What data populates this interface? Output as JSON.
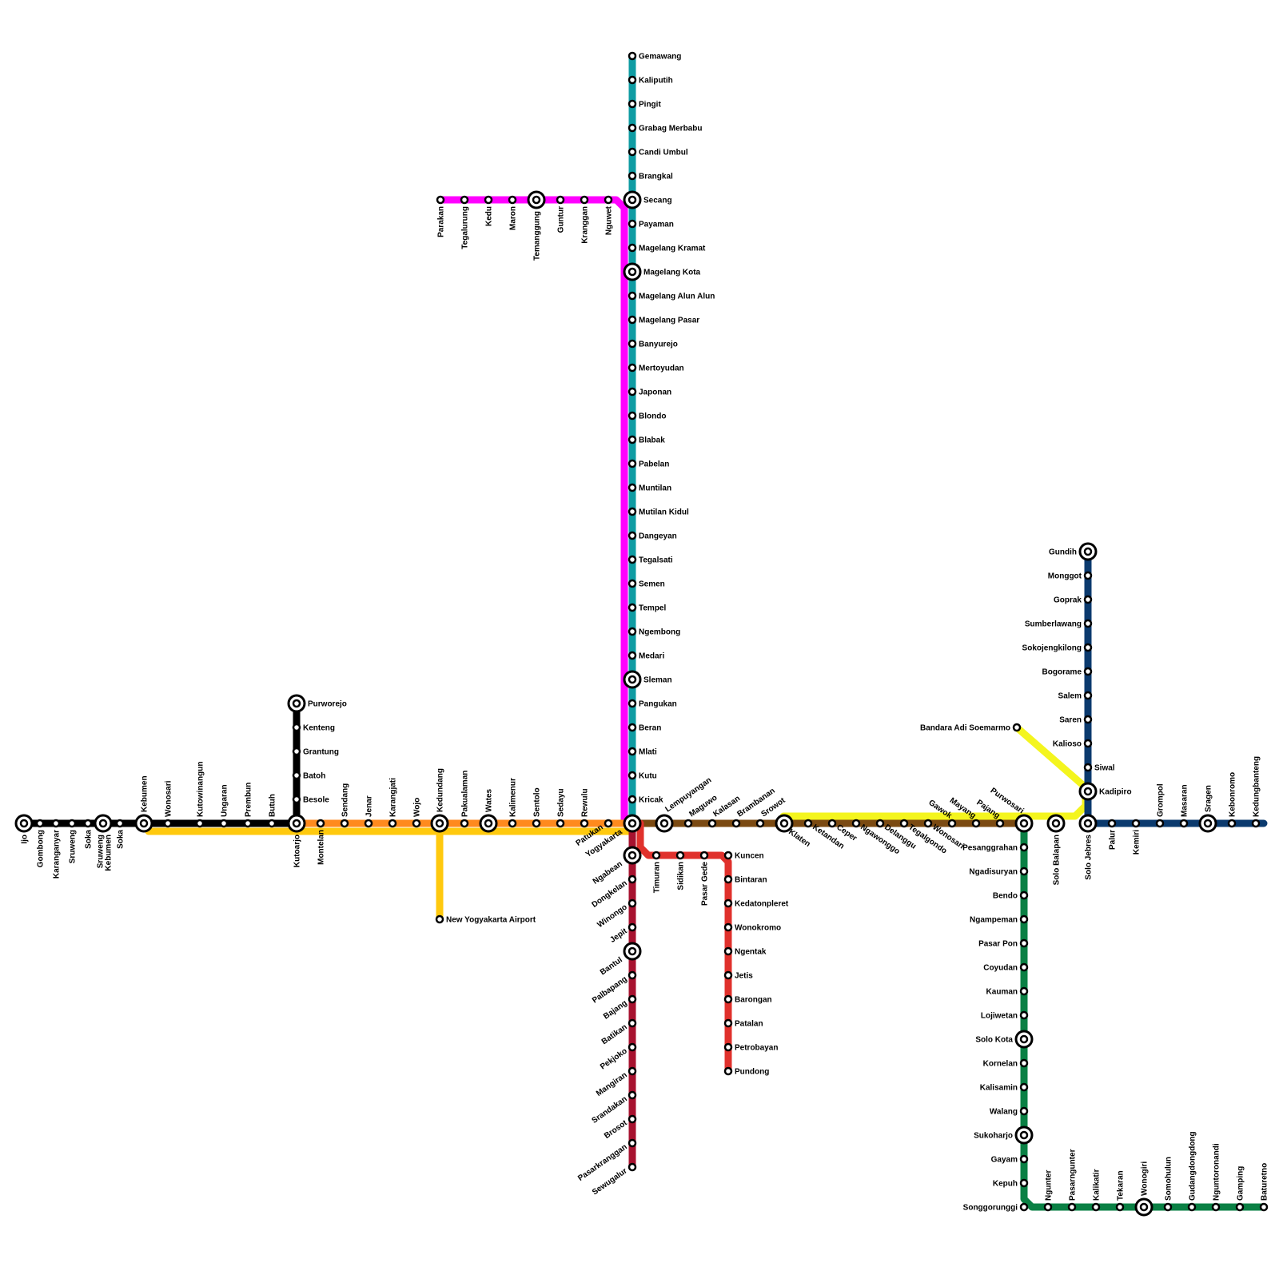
{
  "colors": {
    "magenta": "#ff00ff",
    "teal": "#0f9ca3",
    "orange": "#ff8a1e",
    "yellow": "#ffc90e",
    "black": "#000000",
    "brown": "#7b4a12",
    "lime": "#f4f51e",
    "navy": "#0b3a6e",
    "green": "#0a8044",
    "red": "#e0312c",
    "maroon": "#a7122f"
  },
  "stations": {
    "gemawang": "Gemawang",
    "kaliputih": "Kaliputih",
    "pingit": "Pingit",
    "grabag_merbabu": "Grabag Merbabu",
    "candi_umbul": "Candi Umbul",
    "brangkal": "Brangkal",
    "secang": "Secang",
    "payaman": "Payaman",
    "magelang_kramat": "Magelang Kramat",
    "magelang_kota": "Magelang Kota",
    "magelang_alun_alun": "Magelang Alun Alun",
    "magelang_pasar": "Magelang Pasar",
    "banyurejo": "Banyurejo",
    "mertoyudan": "Mertoyudan",
    "japonan": "Japonan",
    "blondo": "Blondo",
    "blabak": "Blabak",
    "pabelan": "Pabelan",
    "muntilan": "Muntilan",
    "mutilan_kidul": "Mutilan Kidul",
    "dangeyan": "Dangeyan",
    "tegalsati": "Tegalsati",
    "semen": "Semen",
    "tempel": "Tempel",
    "ngembong": "Ngembong",
    "medari": "Medari",
    "sleman": "Sleman",
    "pangukan": "Pangukan",
    "beran": "Beran",
    "mlati": "Mlati",
    "kutu": "Kutu",
    "kricak": "Kricak",
    "parakan": "Parakan",
    "tegalurung": "Tegalurung",
    "kedu": "Kedu",
    "maron": "Maron",
    "temanggung": "Temanggung",
    "guntur": "Guntur",
    "kranggan": "Kranggan",
    "nguwet": "Nguwet",
    "ijo": "Ijo",
    "gombong": "Gombong",
    "karanganyar": "Karanganyar",
    "sruweng_1": "Sruweng",
    "soka_1": "Soka",
    "sruweng_kebumen": "Sruweng Kebumen",
    "soka_2": "Soka",
    "kebumen": "Kebumen",
    "wonosari_w": "Wonosari",
    "kutowinangun": "Kutowinangun",
    "ungaran": "Ungaran",
    "prembun": "Prembun",
    "butuh": "Butuh",
    "kutoarjo": "Kutoarjo",
    "purworejo": "Purworejo",
    "kenteng": "Kenteng",
    "grantung": "Grantung",
    "batoh": "Batoh",
    "besole": "Besole",
    "montelan": "Montelan",
    "sendang": "Sendang",
    "jenar": "Jenar",
    "karangjati": "Karangjati",
    "wojo": "Wojo",
    "kedundang": "Kedundang",
    "pakualaman": "Pakualaman",
    "wates": "Wates",
    "kalimenur": "Kalimenur",
    "sentolo": "Sentolo",
    "sedayu": "Sedayu",
    "rewulu": "Rewulu",
    "patukan": "Patukan",
    "yogyakarta": "Yogyakarta",
    "new_yia": "New Yogyakarta Airport",
    "lempuyangan": "Lempuyangan",
    "maguwo": "Maguwo",
    "kalasan": "Kalasan",
    "brambanan": "Brambanan",
    "srowot": "Srowot",
    "klaten": "Klaten",
    "ketandan": "Ketandan",
    "ceper": "Ceper",
    "ngawonggo": "Ngawonggo",
    "delanggu": "Delanggu",
    "tegalgondo": "Tegalgondo",
    "wonosari_e": "Wonosari",
    "gawok": "Gawok",
    "mayang": "Mayang",
    "pajang": "Pajang",
    "purwosari": "Purwosari",
    "solo_balapan": "Solo Balapan",
    "solo_jebres": "Solo Jebres",
    "bandara_adi_soemarmo": "Bandara Adi Soemarmo",
    "gundih": "Gundih",
    "monggot": "Monggot",
    "goprak": "Goprak",
    "sumberlawang": "Sumberlawang",
    "sokojengkilong": "Sokojengkilong",
    "bogorame": "Bogorame",
    "salem": "Salem",
    "saren": "Saren",
    "kalioso": "Kalioso",
    "siwal": "Siwal",
    "kadipiro": "Kadipiro",
    "palur": "Palur",
    "kemiri": "Kemiri",
    "grompol": "Grompol",
    "masaran": "Masaran",
    "sragen": "Sragen",
    "kebonromo": "Kebonromo",
    "kedungbanteng": "Kedungbanteng",
    "pesanggrahan": "Pesanggrahan",
    "ngadisuryan": "Ngadisuryan",
    "bendo": "Bendo",
    "ngampeman": "Ngampeman",
    "pasar_pon": "Pasar Pon",
    "coyudan": "Coyudan",
    "kauman": "Kauman",
    "lojiwetan": "Lojiwetan",
    "solo_kota": "Solo Kota",
    "kornelan": "Kornelan",
    "kalisamin": "Kalisamin",
    "walang": "Walang",
    "sukoharjo": "Sukoharjo",
    "gayam": "Gayam",
    "kepuh": "Kepuh",
    "songgorunggi": "Songgorunggi",
    "ngunter": "Ngunter",
    "pasarngunter": "Pasarngunter",
    "kalikatir": "Kalikatir",
    "tekaran": "Tekaran",
    "wonogiri": "Wonogiri",
    "somohulun": "Somohulun",
    "gudangdongdong": "Gudangdongdong",
    "nguntoronandi": "Nguntoronandi",
    "gamping": "Gamping",
    "baturetno": "Baturetno",
    "timuran": "Timuran",
    "sidikan": "Sidikan",
    "pasar_gede": "Pasar Gede",
    "kuncen": "Kuncen",
    "bintaran": "Bintaran",
    "kedatonpleret": "Kedatonpleret",
    "wonokromo": "Wonokromo",
    "ngentak": "Ngentak",
    "jetis": "Jetis",
    "barongan": "Barongan",
    "patalan": "Patalan",
    "petrobayan": "Petrobayan",
    "pundong": "Pundong",
    "ngabean": "Ngabean",
    "dongkelan": "Dongkelan",
    "winongo": "Winongo",
    "jepit": "Jepit",
    "bantul": "Bantul",
    "palbapang": "Palbapang",
    "bajang": "Bajang",
    "batikan": "Batikan",
    "pekjoko": "Pekjoko",
    "mangiran": "Mangiran",
    "srandakan": "Srandakan",
    "brosot": "Brosot",
    "pasarkranggan": "Pasarkranggan",
    "sewugalur": "Sewugalur"
  }
}
